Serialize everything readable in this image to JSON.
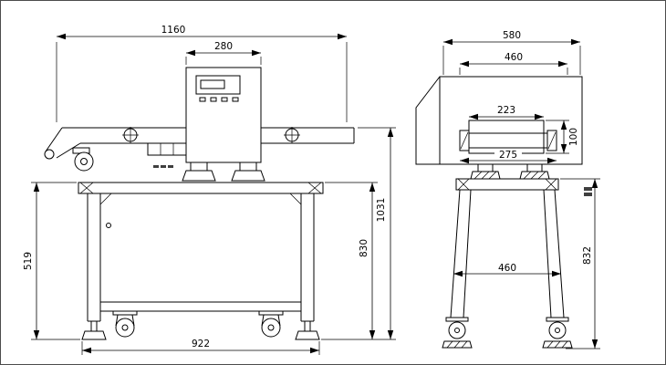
{
  "drawing": {
    "front_view": {
      "dim_overall_length": "1160",
      "dim_head_width": "280",
      "dim_stand_height": "519",
      "dim_belt_height": "830",
      "dim_total_height": "1031",
      "dim_base_length": "922"
    },
    "end_view": {
      "dim_overall_width": "580",
      "dim_head_width": "460",
      "dim_aperture_width": "223",
      "dim_aperture_height": "100",
      "dim_belt_width": "275",
      "dim_stand_width": "460",
      "dim_total_height": "832"
    }
  }
}
